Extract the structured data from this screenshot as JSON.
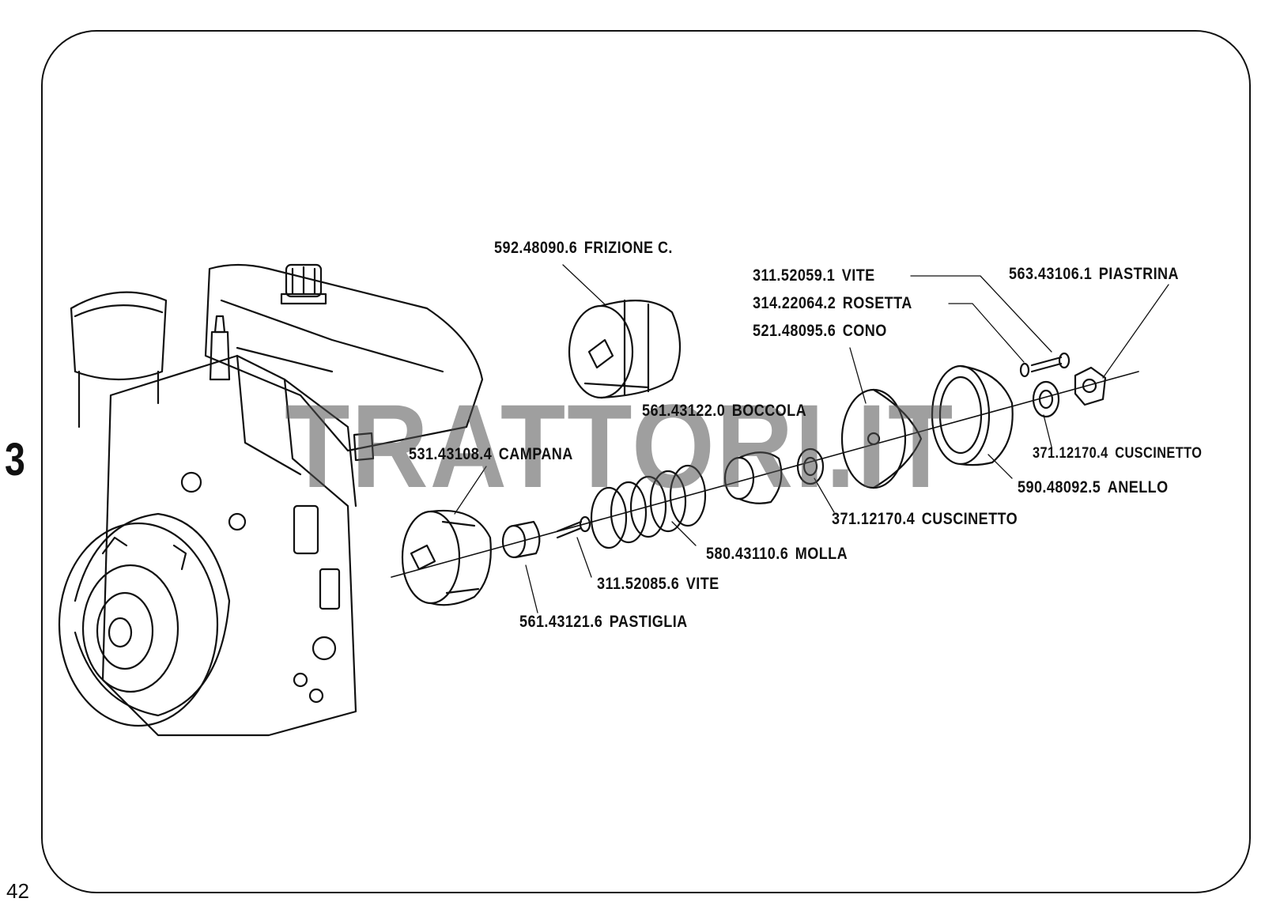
{
  "page": {
    "number": "42",
    "section": "3"
  },
  "watermark": {
    "text": "TRATTORI.IT"
  },
  "parts": [
    {
      "id": "frizione",
      "code": "592.48090.6",
      "name": "FRIZIONE C."
    },
    {
      "id": "vite-top",
      "code": "311.52059.1",
      "name": "VITE"
    },
    {
      "id": "piastrina",
      "code": "563.43106.1",
      "name": "PIASTRINA"
    },
    {
      "id": "rosetta",
      "code": "314.22064.2",
      "name": "ROSETTA"
    },
    {
      "id": "cono",
      "code": "521.48095.6",
      "name": "CONO"
    },
    {
      "id": "boccola",
      "code": "561.43122.0",
      "name": "BOCCOLA"
    },
    {
      "id": "campana",
      "code": "531.43108.4",
      "name": "CAMPANA"
    },
    {
      "id": "cuscinetto-right",
      "code": "371.12170.4",
      "name": "CUSCINETTO"
    },
    {
      "id": "anello",
      "code": "590.48092.5",
      "name": "ANELLO"
    },
    {
      "id": "cuscinetto-mid",
      "code": "371.12170.4",
      "name": "CUSCINETTO"
    },
    {
      "id": "molla",
      "code": "580.43110.6",
      "name": "MOLLA"
    },
    {
      "id": "vite-bottom",
      "code": "311.52085.6",
      "name": "VITE"
    },
    {
      "id": "pastiglia",
      "code": "561.43121.6",
      "name": "PASTIGLIA"
    }
  ]
}
